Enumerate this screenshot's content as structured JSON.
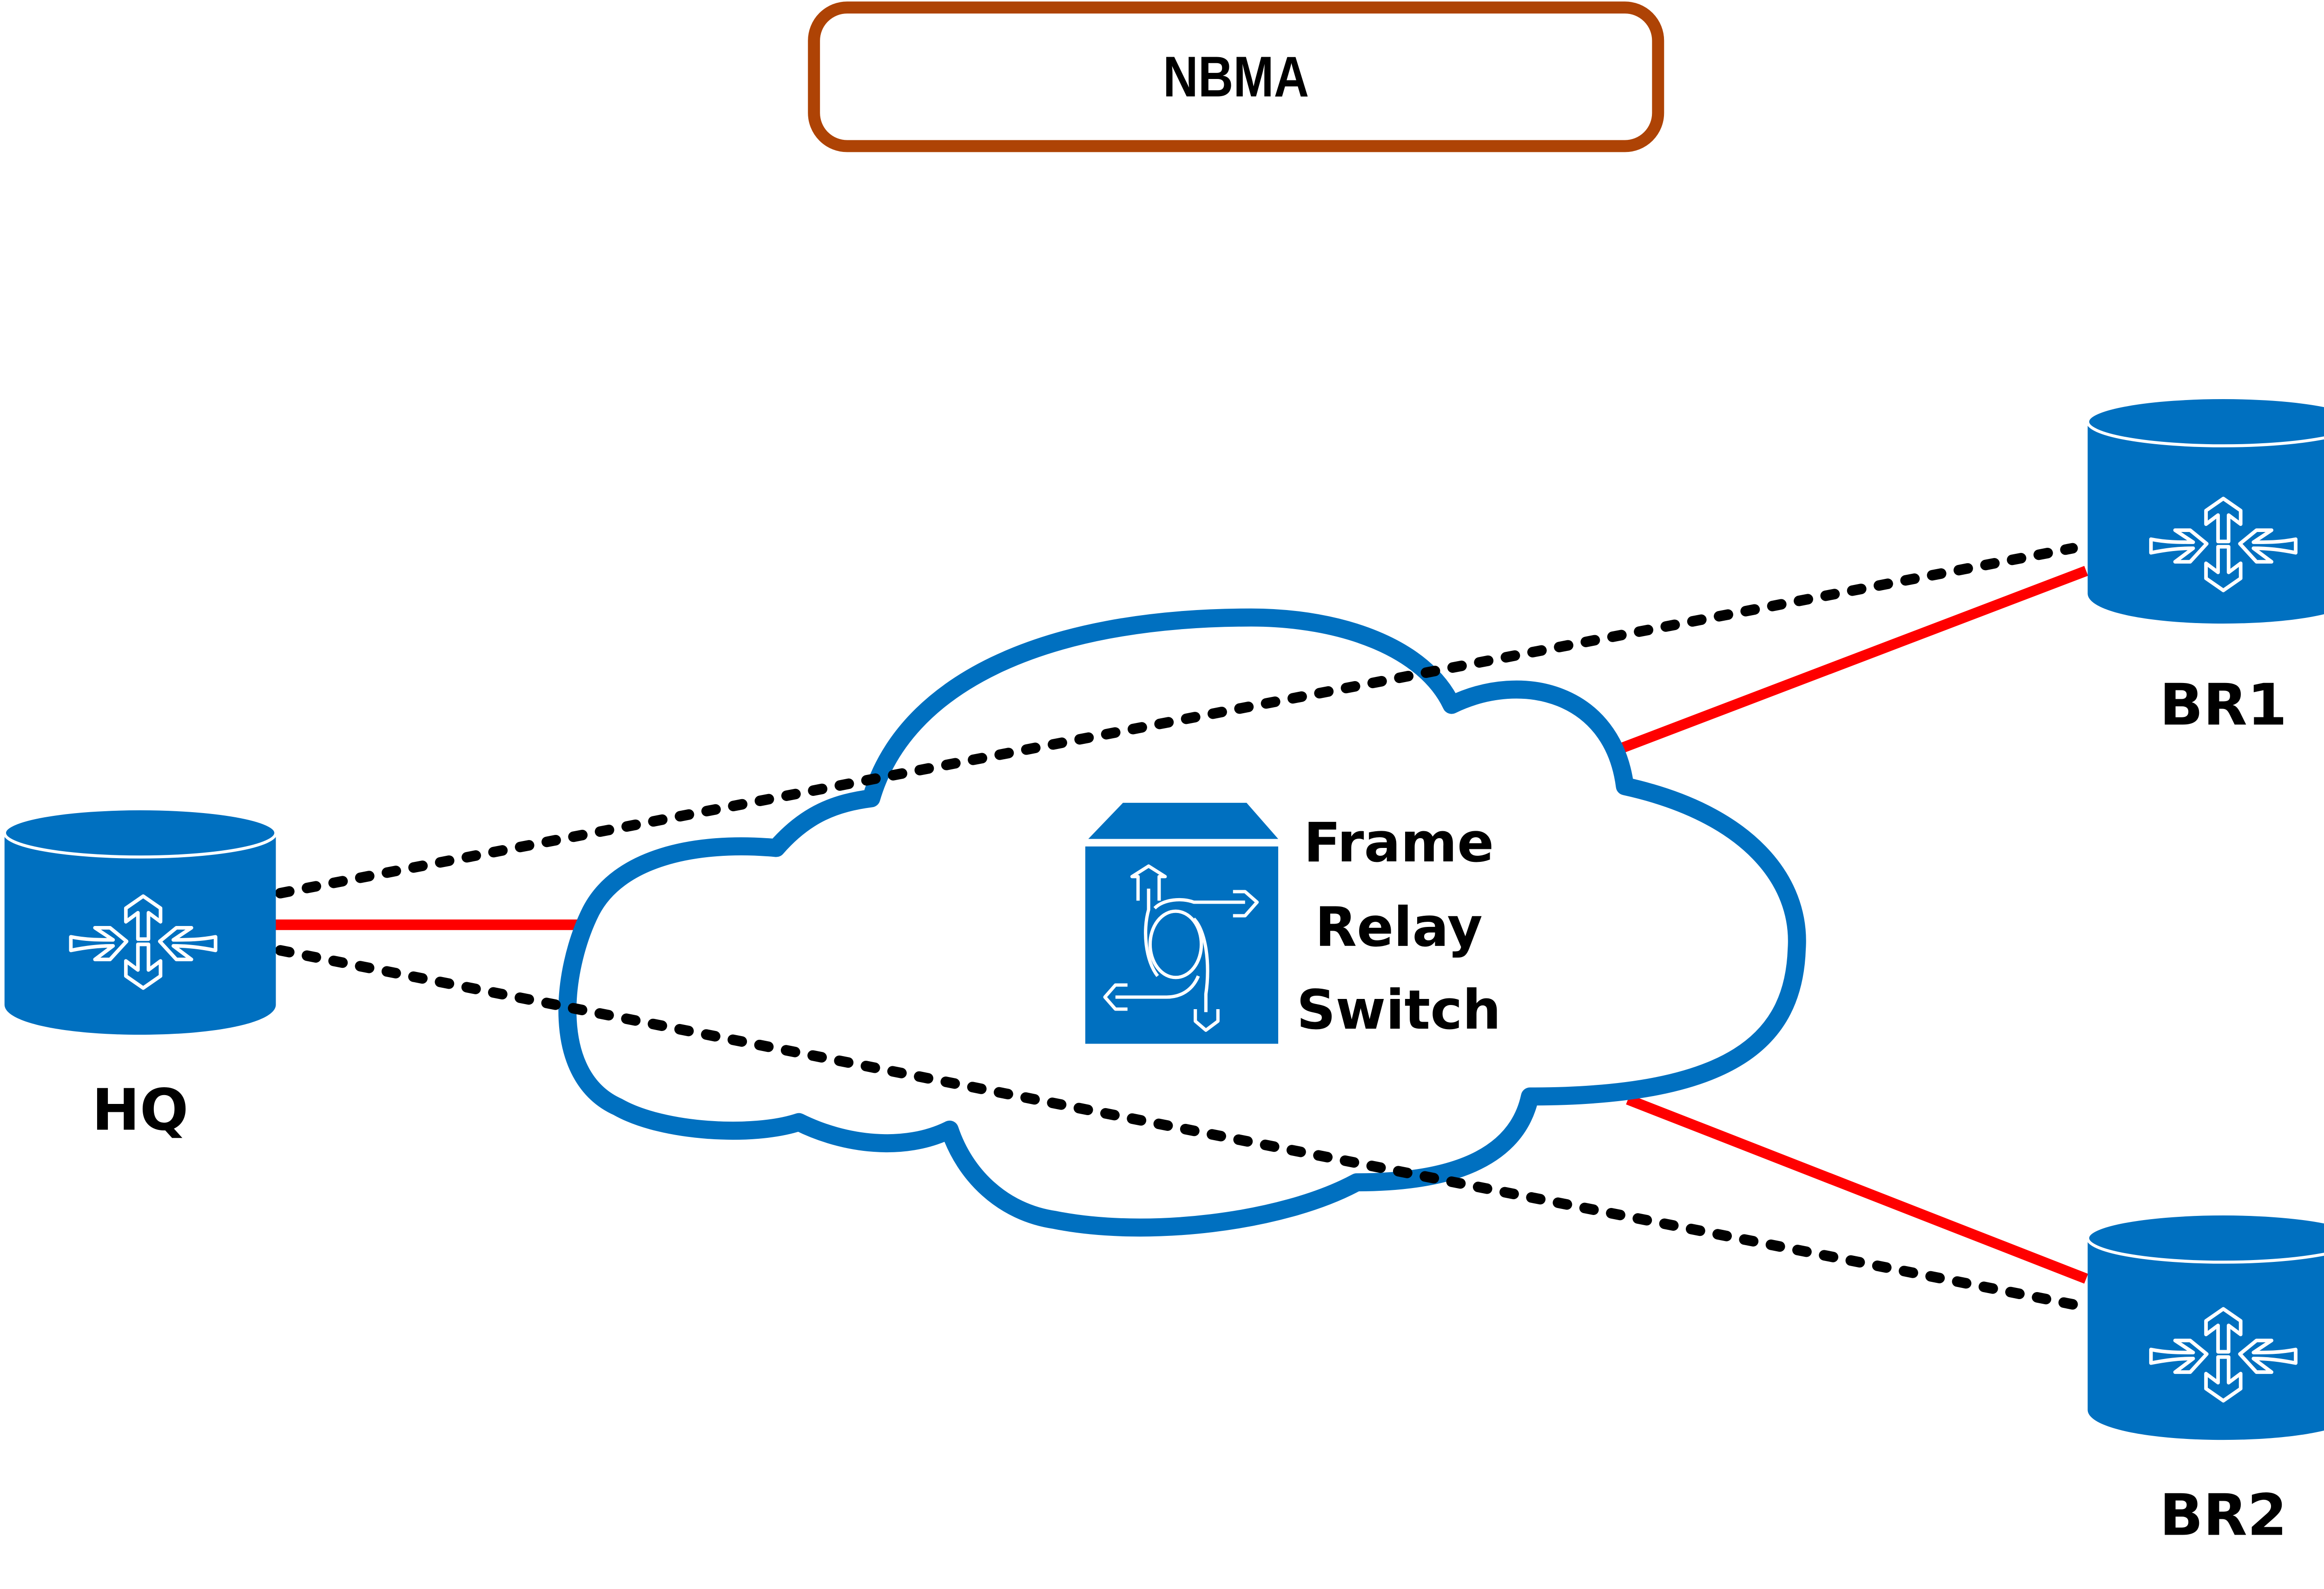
{
  "title": "NBMA",
  "colors": {
    "device_blue": "#0070C0",
    "title_border": "#AE4305",
    "physical_link": "#FF0000",
    "virtual_circuit": "#000000",
    "background": "#FFFFFF",
    "icon_stroke": "#FFFFFF"
  },
  "cloud": {
    "label_lines": [
      "Frame",
      "Relay",
      "Switch"
    ],
    "device_icon": "frame-relay-switch-icon"
  },
  "routers": [
    {
      "id": "hq",
      "label": "HQ",
      "icon": "router-icon"
    },
    {
      "id": "br1",
      "label": "BR1",
      "icon": "router-icon"
    },
    {
      "id": "br2",
      "label": "BR2",
      "icon": "router-icon"
    }
  ],
  "links": [
    {
      "from": "HQ",
      "to": "Frame Relay cloud",
      "style": "solid",
      "color": "red"
    },
    {
      "from": "Frame Relay cloud",
      "to": "BR1",
      "style": "solid",
      "color": "red"
    },
    {
      "from": "Frame Relay cloud",
      "to": "BR2",
      "style": "solid",
      "color": "red"
    },
    {
      "from": "HQ",
      "to": "BR1",
      "style": "dotted",
      "color": "black"
    },
    {
      "from": "HQ",
      "to": "BR2",
      "style": "dotted",
      "color": "black"
    }
  ]
}
